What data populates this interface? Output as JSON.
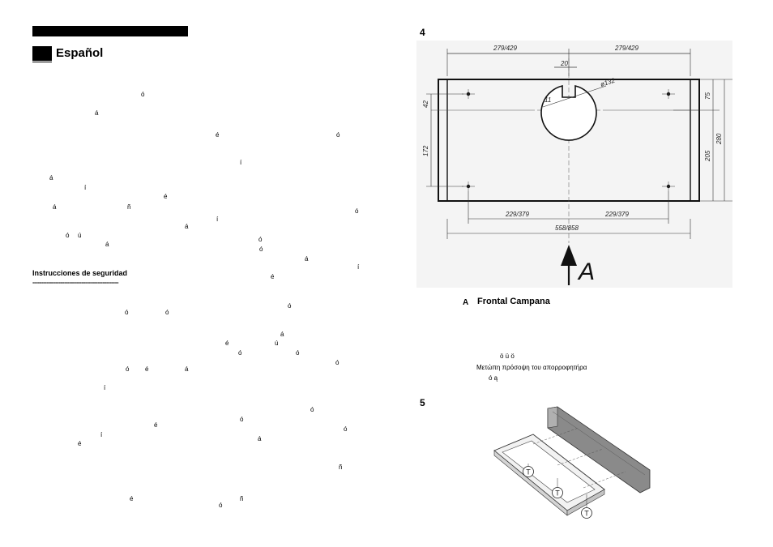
{
  "left_page": {
    "language_heading": "Español",
    "section_title": "Instrucciones de seguridad",
    "section_rule": "-------------------------------------------------",
    "accent_glyphs": [
      "ó",
      "á",
      "é",
      "ó",
      "í",
      "á",
      "í",
      "é",
      "á",
      "ñ",
      "ó",
      "í",
      "á",
      "ó",
      "ú",
      "ó",
      "á",
      "ó",
      "á",
      "í",
      "é",
      "ó",
      "ó",
      "ó",
      "á",
      "é",
      "ú",
      "ó",
      "ó",
      "ó",
      "ó",
      "é",
      "á",
      "ó",
      "í",
      "ó",
      "é",
      "ó",
      "é",
      "í",
      "á",
      "é",
      "ñ",
      "ó",
      "ñ"
    ]
  },
  "figure4": {
    "number": "4",
    "dimensions": {
      "top_left": "279/429",
      "top_right": "279/429",
      "hole_offset": "20",
      "hole_diameter": "ø132",
      "hole_gap": "11",
      "left_small": "42",
      "left_large": "172",
      "right_small": "75",
      "right_mid": "205",
      "right_total": "280",
      "bottom_left": "229/379",
      "bottom_right": "229/379",
      "bottom_total": "558/858"
    },
    "arrow_label": "A",
    "caption_key": "A",
    "caption_text": "Frontal Campana",
    "caption_fragment_1": "ö ü   ö",
    "caption_greek": "Μετώπη πρόσοψη του απορροφητήρα",
    "caption_fragment_2": "ó      ą"
  },
  "figure5": {
    "number": "5",
    "callout_label": "T"
  }
}
